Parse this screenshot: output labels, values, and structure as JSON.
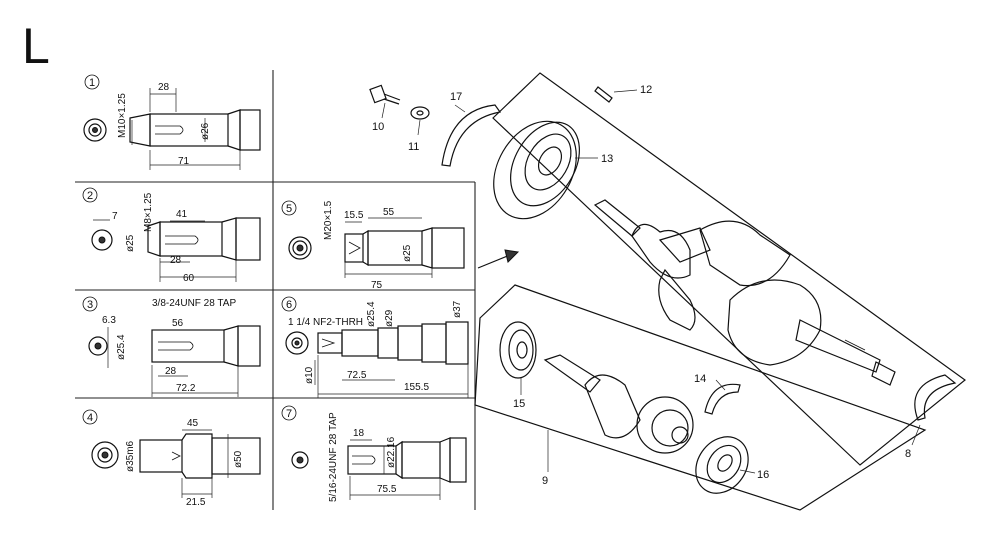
{
  "section_letter": "L",
  "panels": [
    {
      "num": "1",
      "dims": [
        "M10×1.25",
        "28",
        "ø26",
        "71"
      ]
    },
    {
      "num": "2",
      "dims": [
        "7",
        "M8×1.25",
        "41",
        "ø25",
        "28",
        "60"
      ]
    },
    {
      "num": "3",
      "dims": [
        "6.3",
        "3/8-24UNF 28 TAP",
        "56",
        "ø25.4",
        "28",
        "72.2"
      ]
    },
    {
      "num": "4",
      "dims": [
        "45",
        "ø35m6",
        "ø50",
        "21.5"
      ]
    },
    {
      "num": "5",
      "dims": [
        "M20×1.5",
        "15.5",
        "55",
        "ø25",
        "75"
      ]
    },
    {
      "num": "6",
      "dims": [
        "1 1/4 NF2-THRH",
        "ø25.4",
        "ø29",
        "ø37",
        "ø10",
        "72.5",
        "155.5"
      ]
    },
    {
      "num": "7",
      "dims": [
        "5/16-24UNF 28 TAP",
        "18",
        "ø22.16",
        "75.5"
      ]
    }
  ],
  "callouts": [
    "8",
    "9",
    "10",
    "11",
    "12",
    "13",
    "14",
    "15",
    "16",
    "17"
  ]
}
